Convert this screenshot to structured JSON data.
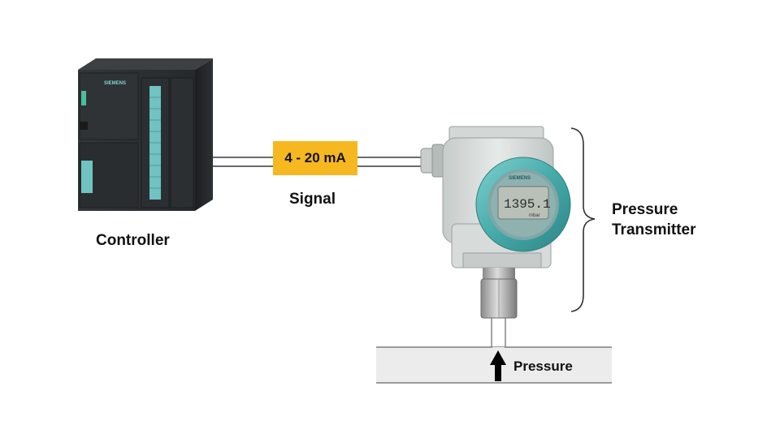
{
  "diagram": {
    "controller_label": "Controller",
    "signal_box_text": "4 - 20 mA",
    "signal_label": "Signal",
    "transmitter_label_line1": "Pressure",
    "transmitter_label_line2": "Transmitter",
    "pressure_label": "Pressure",
    "controller_brand": "SIEMENS",
    "transmitter_brand": "SIEMENS",
    "display_reading": "1395.1",
    "display_unit": "mbar"
  },
  "colors": {
    "signal_box": "#f5b820",
    "plc_dark": "#2b2e31",
    "plc_accent": "#6fc3c2",
    "transmitter_body": "#d9dedc",
    "transmitter_ring": "#4fb3b4",
    "lcd": "#b8c0b8",
    "pipe_fill": "#ececec"
  },
  "icons": [
    "up-arrow-icon",
    "brace-icon"
  ]
}
